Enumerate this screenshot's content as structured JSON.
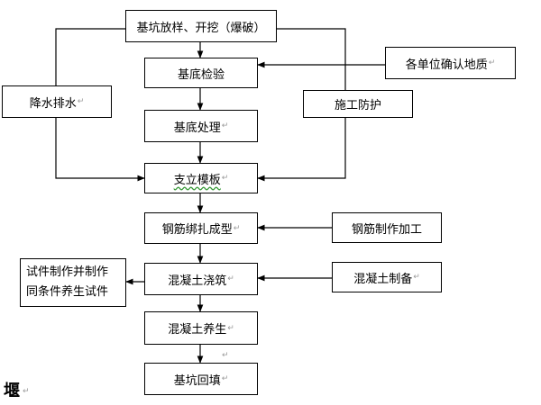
{
  "nodes": {
    "excavation": "基坑放样、开挖（爆破）",
    "confirm_geology": "各单位确认地质",
    "base_inspection": "基底检验",
    "dewatering": "降水排水",
    "construction_protection": "施工防护",
    "base_treatment": "基底处理",
    "formwork": "支立模板",
    "rebar_binding": "钢筋绑扎成型",
    "rebar_fabrication": "钢筋制作加工",
    "test_specimen_line1": "试件制作并制作",
    "test_specimen_line2": "同条件养生试件",
    "concrete_pouring": "混凝土浇筑",
    "concrete_preparation": "混凝土制备",
    "concrete_curing": "混凝土养生",
    "backfill": "基坑回填"
  },
  "paragraph_mark": "↵",
  "bottom_fragment": "堰",
  "colors": {
    "line": "#000000",
    "mark": "#9a9a9a",
    "spellcheck": "#3a9a3a"
  }
}
